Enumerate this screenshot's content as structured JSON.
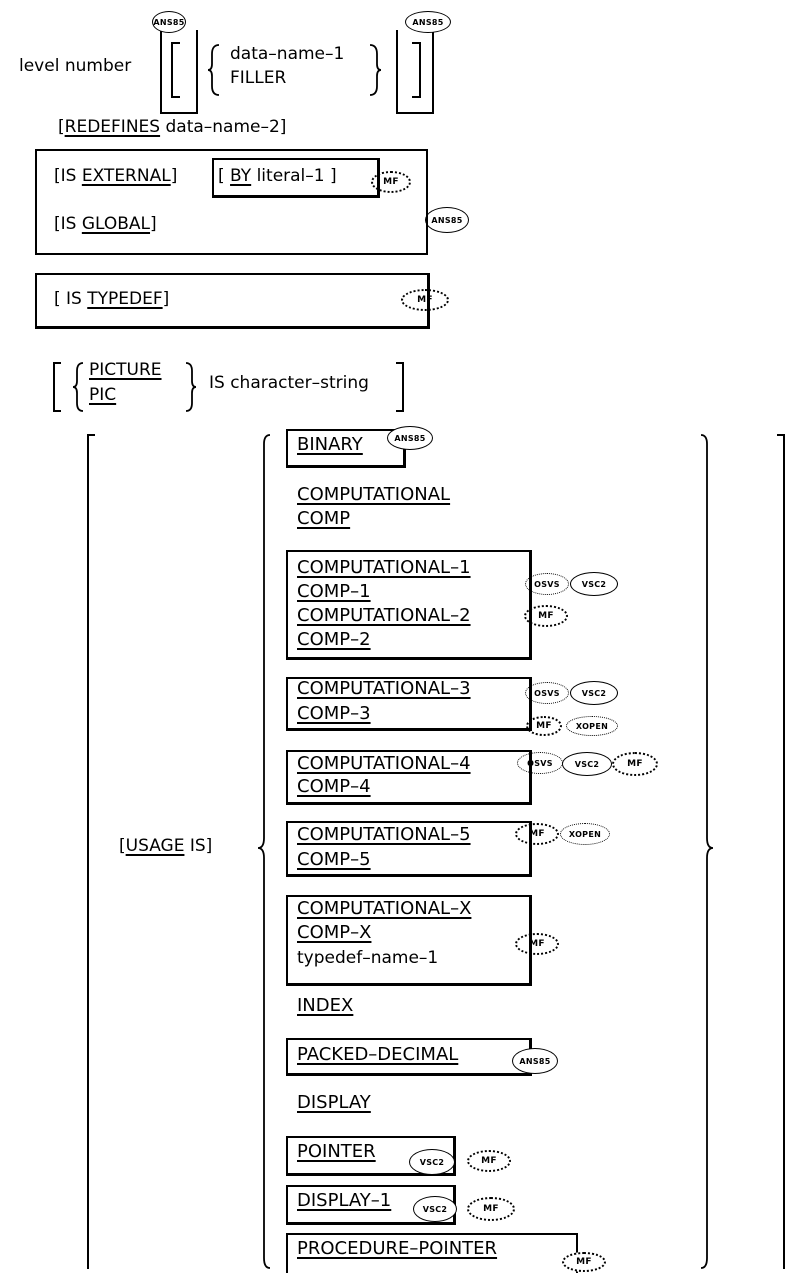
{
  "header": {
    "level_number": "level number",
    "data_name_1": "data–name–1",
    "filler": "FILLER"
  },
  "redefines": {
    "open": "[",
    "keyword": "REDEFINES",
    "rest": "data–name–2]"
  },
  "external_clause": {
    "open": "[IS ",
    "keyword": "EXTERNAL",
    "close": "]"
  },
  "by_clause": {
    "open": "[",
    "keyword": "BY",
    "rest": "literal–1 ]"
  },
  "global_clause": {
    "open": "[IS ",
    "keyword": "GLOBAL",
    "close": "]"
  },
  "typedef_clause": {
    "open": "[ IS ",
    "keyword": "TYPEDEF",
    "close": "]"
  },
  "picture_clause": {
    "picture": "PICTURE",
    "pic": "PIC",
    "rest": "IS character–string"
  },
  "usage_clause": {
    "open": "[",
    "keyword": "USAGE",
    "rest": " IS]"
  },
  "usage_options": {
    "binary": "BINARY",
    "computational": "COMPUTATIONAL",
    "comp": "COMP",
    "computational_1": "COMPUTATIONAL–1",
    "comp_1": "COMP–1",
    "computational_2": "COMPUTATIONAL–2",
    "comp_2": "COMP–2",
    "computational_3": "COMPUTATIONAL–3",
    "comp_3": "COMP–3",
    "computational_4": "COMPUTATIONAL–4",
    "comp_4": "COMP–4",
    "computational_5": "COMPUTATIONAL–5",
    "comp_5": "COMP–5",
    "computational_x": "COMPUTATIONAL–X",
    "comp_x": "COMP–X",
    "typedef_name_1": "typedef–name–1",
    "index": "INDEX",
    "packed_decimal": "PACKED–DECIMAL",
    "display": "DISPLAY",
    "pointer": "POINTER",
    "display_1": "DISPLAY–1",
    "procedure_pointer": "PROCEDURE–POINTER"
  },
  "badges": {
    "ansi85": "ANS85",
    "mf": "MF",
    "osvs": "OSVS",
    "vsc2": "VSC2",
    "xopen": "XOPEN"
  }
}
